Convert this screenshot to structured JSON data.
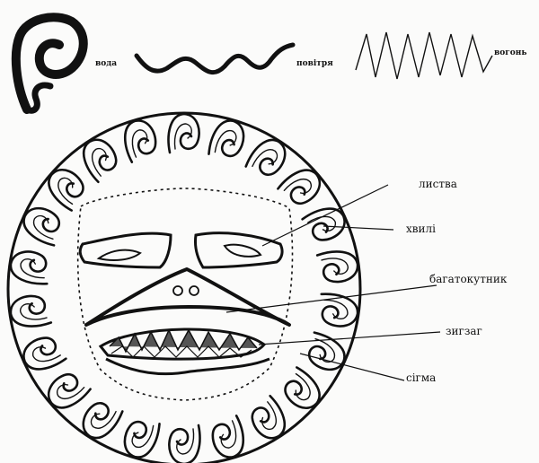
{
  "legend": {
    "water_label": "вода",
    "air_label": "повітря",
    "fire_label": "вогонь"
  },
  "callouts": {
    "foliage": "листва",
    "waves": "хвилі",
    "polygon": "багатокутник",
    "zigzag": "зигзаг",
    "sigma": "сігма"
  }
}
